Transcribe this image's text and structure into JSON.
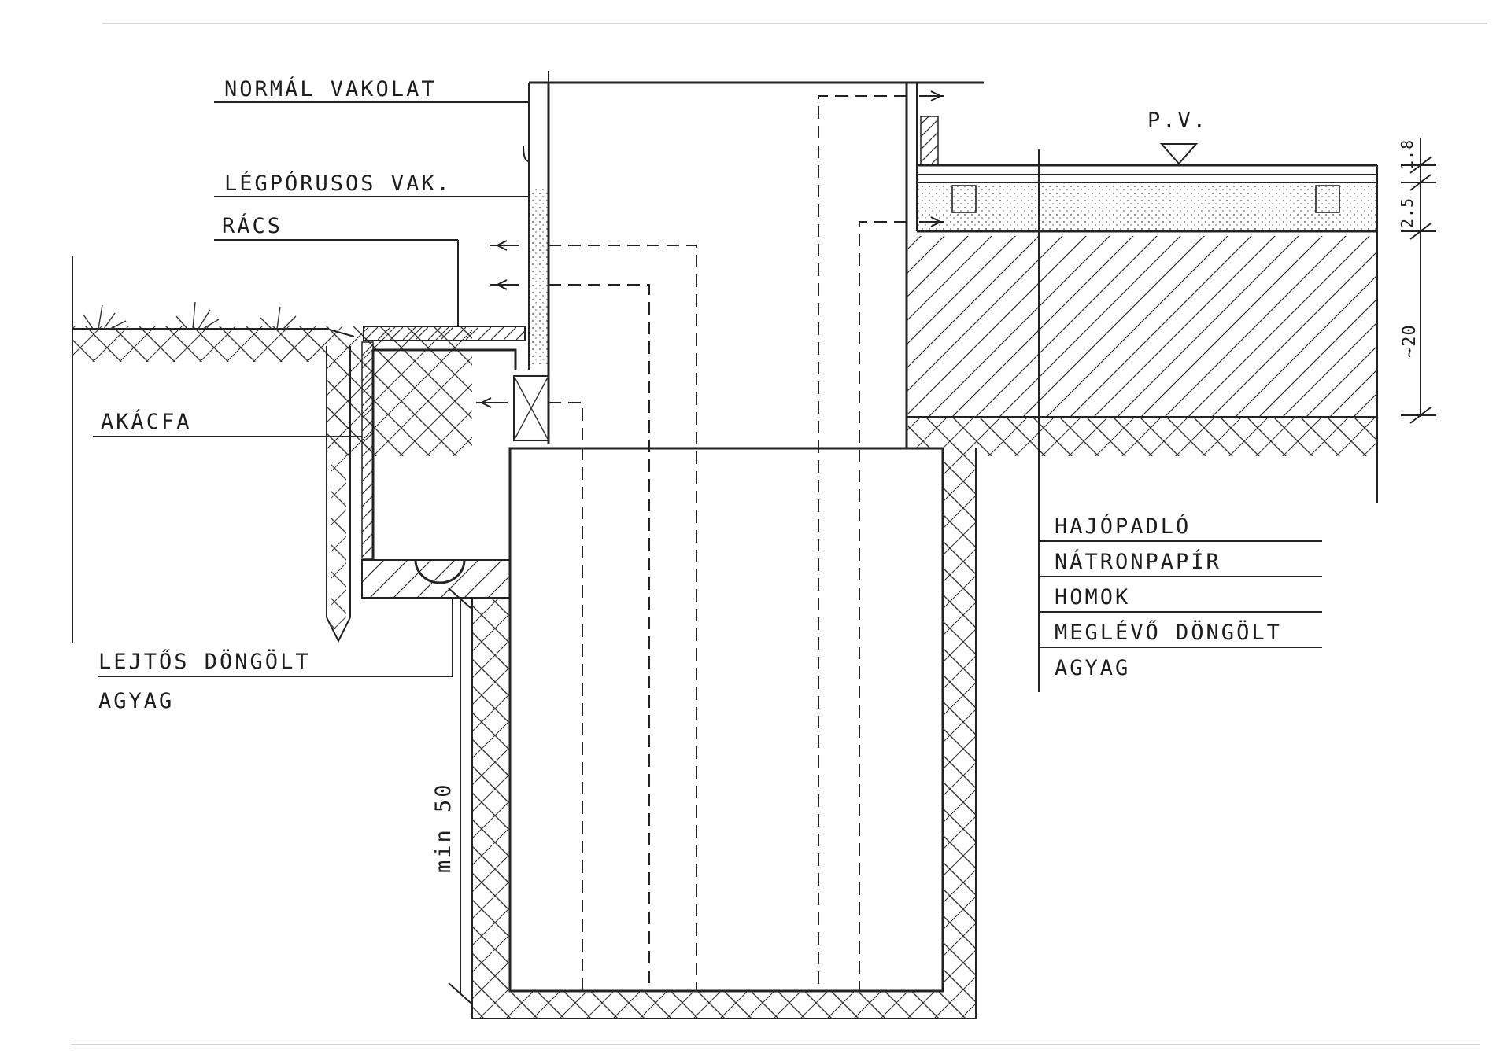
{
  "labels": {
    "plaster": "NORMÁL VAKOLAT",
    "porous_plaster": "LÉGPÓRUSOS VAK.",
    "grate": "RÁCS",
    "acacia": "AKÁCFA",
    "compacted": "LEJTŐS DÖNGÖLT",
    "clay_left": "AGYAG",
    "floor_level": "P.V.",
    "depth_dim": "min 50"
  },
  "right_dims": [
    "1.8",
    "2.5",
    "~20"
  ],
  "floor_layers": [
    "HAJÓPADLÓ",
    "NÁTRONPAPÍR",
    "HOMOK",
    "MEGLÉVŐ DÖNGÖLT",
    "AGYAG"
  ]
}
